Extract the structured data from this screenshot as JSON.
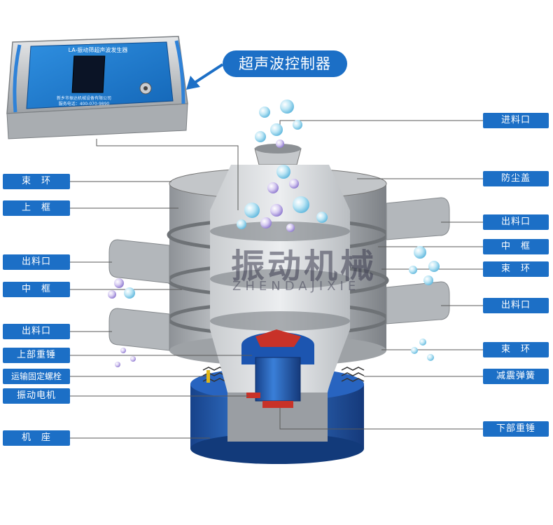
{
  "callout": {
    "text": "超声波控制器"
  },
  "controller": {
    "title": "LA-振动筛超声波发生器",
    "brand_line1": "新乡市振达机械设备有限公司",
    "brand_line2": "服务电话：400-070-9890"
  },
  "watermark": {
    "cn": "振动机械",
    "en": "ZHENDAJIXIE"
  },
  "labels_left": [
    "束　环",
    "上　框",
    "出料口",
    "中　框",
    "出料口",
    "上部重锤",
    "运输固定螺栓",
    "振动电机",
    "机　座"
  ],
  "labels_right": [
    "进料口",
    "防尘盖",
    "出料口",
    "中　框",
    "束　环",
    "出料口",
    "束　环",
    "减震弹簧",
    "下部重锤"
  ],
  "colors": {
    "label_bg": "#1c6fc6",
    "base_blue": "#1f5fb8",
    "frame_gray": "#a7abb0",
    "weight_red": "#c83228"
  }
}
